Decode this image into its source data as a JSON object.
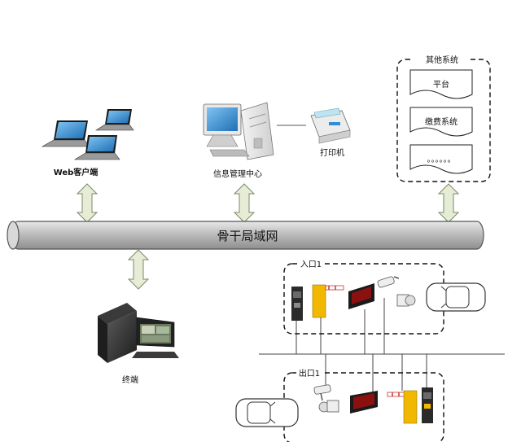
{
  "backbone": {
    "label": "骨干局域网"
  },
  "nodes": {
    "web_client": "Web客户端",
    "info_center": "信息管理中心",
    "printer": "打印机",
    "terminal": "终端"
  },
  "other_systems": {
    "title": "其他系统",
    "items": [
      "平台",
      "缴费系统",
      "。。。。。。"
    ]
  },
  "entrance": {
    "label": "入口1"
  },
  "exit": {
    "label": "出口1"
  },
  "colors": {
    "backbone_fill": "#c8c8c8",
    "arrow_fill": "#e6ecd6",
    "arrow_stroke": "#7a8a66",
    "barrier_yellow": "#f2b800",
    "screen_blue": "#2e8fd6"
  }
}
